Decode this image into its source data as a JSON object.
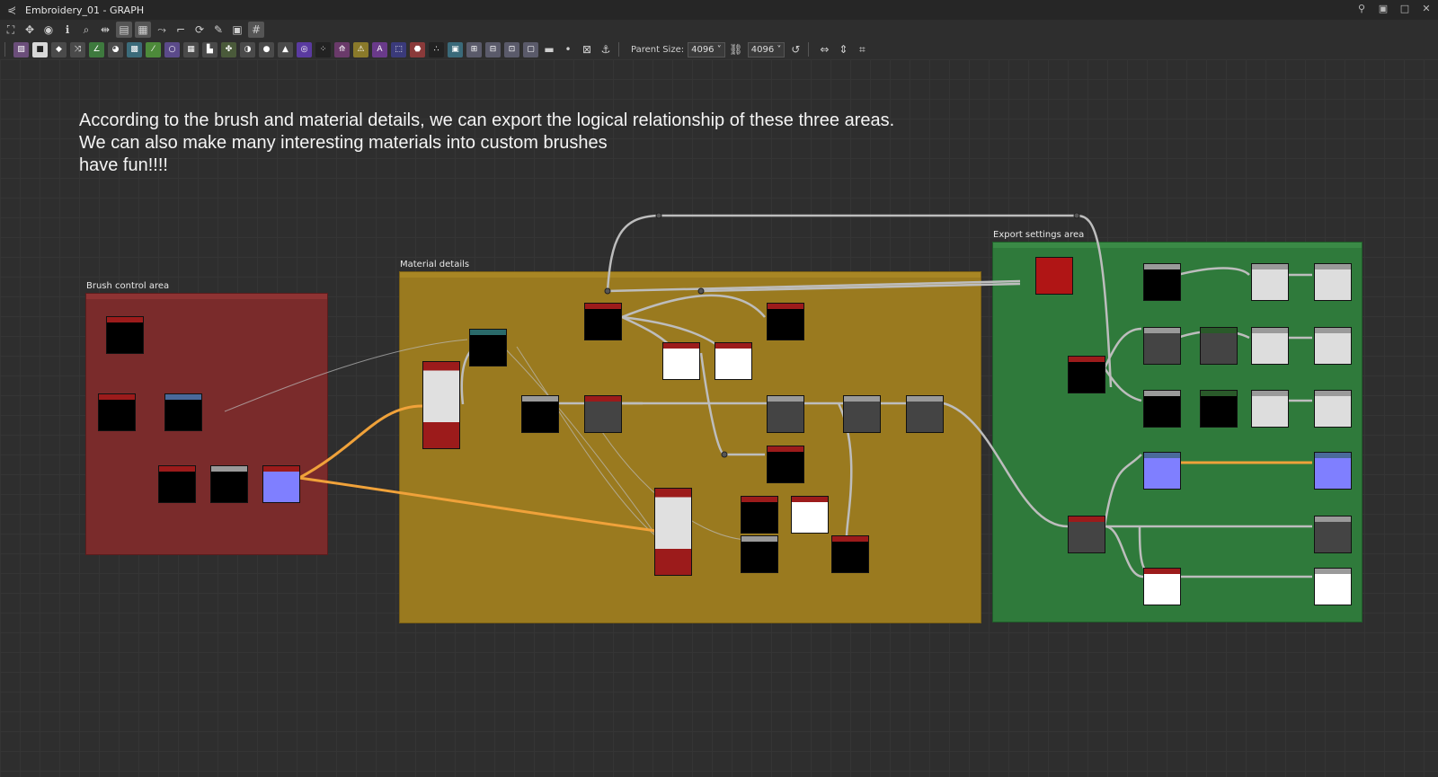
{
  "window": {
    "title": "Embroidery_01 - GRAPH"
  },
  "toolbar": {
    "parent_size_label": "Parent Size:",
    "width_value": "4096",
    "height_value": "4096"
  },
  "canvas": {
    "comment_lines": [
      "According to the brush and material details, we can export the logical relationship of these three areas.",
      "We can also make many interesting materials into custom brushes",
      "have fun!!!!"
    ]
  },
  "frames": {
    "brush": {
      "title": "Brush control area",
      "color": "#7a2b2b"
    },
    "material": {
      "title": "Material details",
      "color": "#9a7a1f"
    },
    "export": {
      "title": "Export settings area",
      "color": "#2f7a3b"
    }
  },
  "colors": {
    "wire": "#bdbdbd",
    "wire_highlight": "#f0a23a",
    "node_red": "#9c1b1b",
    "node_blue": "#7f7fff"
  }
}
